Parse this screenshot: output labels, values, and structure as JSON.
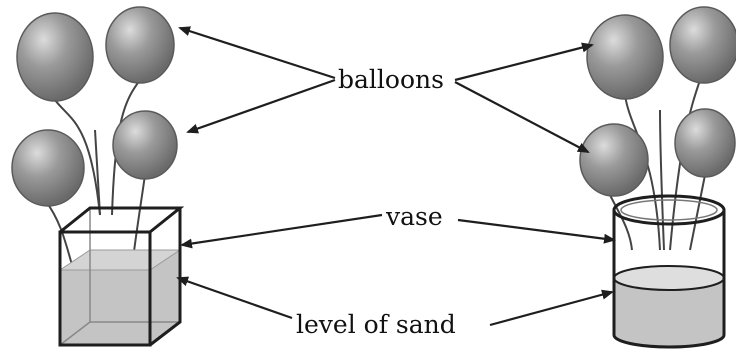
{
  "labels": {
    "balloons": "balloons",
    "vase": "vase",
    "sand": "level of sand"
  },
  "colors": {
    "balloon_fill": "#8f8f8f",
    "balloon_edge": "#5a5a5a",
    "sand_fill": "#c4c4c4",
    "line": "#1e1e1e",
    "background": "#ffffff"
  }
}
